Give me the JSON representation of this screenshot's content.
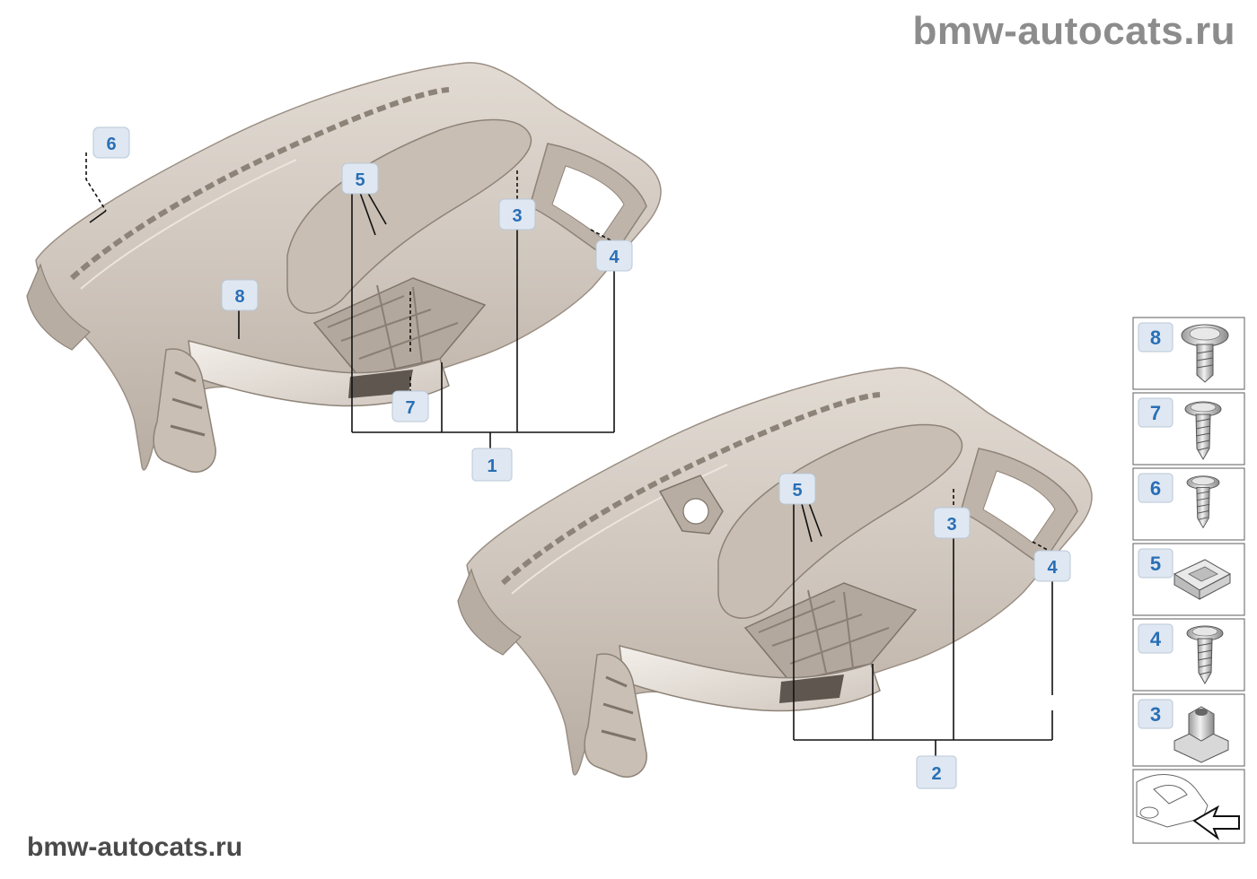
{
  "watermark_top": "bmw-autocats.ru",
  "watermark_bottom": "bmw-autocats.ru",
  "assembly_top": {
    "callouts": [
      "6",
      "5",
      "3",
      "4",
      "8",
      "7"
    ],
    "group_label": "1"
  },
  "assembly_bottom": {
    "callouts": [
      "5",
      "3",
      "4"
    ],
    "group_label": "2"
  },
  "parts_panel": [
    {
      "label": "8",
      "icon": "screw-wide-head-icon"
    },
    {
      "label": "7",
      "icon": "screw-icon"
    },
    {
      "label": "6",
      "icon": "screw-icon"
    },
    {
      "label": "5",
      "icon": "clip-nut-icon"
    },
    {
      "label": "4",
      "icon": "screw-icon"
    },
    {
      "label": "3",
      "icon": "hex-nut-icon"
    },
    {
      "label": "",
      "icon": "car-orientation-icon"
    }
  ],
  "colors": {
    "callout_fill": "#dfe8f2",
    "callout_text": "#2a6fb5",
    "dashboard": "#cfc6bd",
    "dashboard_shade": "#a99d91",
    "watermark_top": "#8c8c8c",
    "watermark_bottom": "#4a4a4a"
  }
}
